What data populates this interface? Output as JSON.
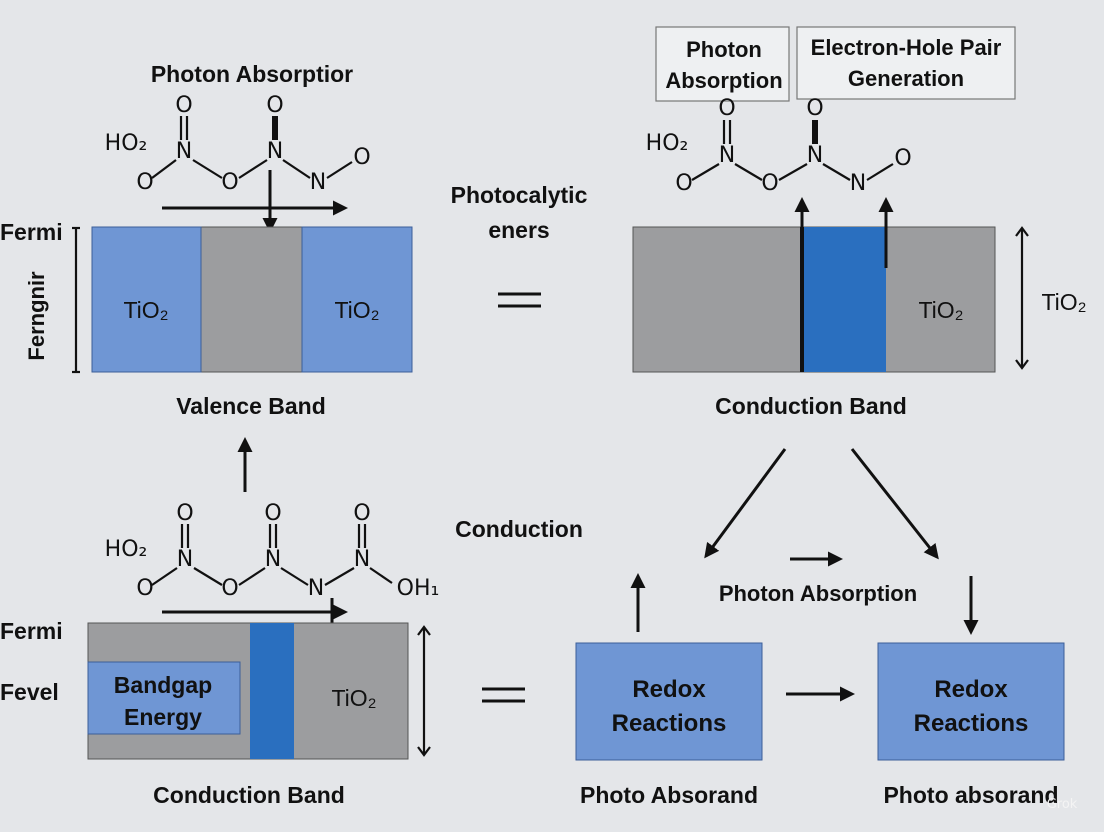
{
  "top_left": {
    "title": "Photon Absorptior",
    "fermi": "Fermi",
    "side_label": "Ferngnir",
    "box_left_label": "TiO₂",
    "box_right_label": "TiO₂",
    "band_label": "Valence Band"
  },
  "center_top": {
    "line1": "Photocalytic",
    "line2": "eners"
  },
  "top_right": {
    "box1_line1": "Photon",
    "box1_line2": "Absorption",
    "box2_line1": "Electron-Hole Pair",
    "box2_line2": "Generation",
    "inner_label": "TiO₂",
    "outer_label": "TiO₂",
    "band_label": "Conduction Band"
  },
  "center_mid": {
    "label": "Conduction"
  },
  "bottom_left": {
    "fermi": "Fermi",
    "fevel": "Fevel",
    "bandgap_line1": "Bandgap",
    "bandgap_line2": "Energy",
    "box_label": "TiO₂",
    "band_label": "Conduction Band"
  },
  "bottom_right": {
    "photon_label": "Photon Absorption",
    "redox1_line1": "Redox",
    "redox1_line2": "Reactions",
    "redox2_line1": "Redox",
    "redox2_line2": "Reactions",
    "caption1": "Photo Absorand",
    "caption2": "Photo absorand"
  },
  "molecules": {
    "m1": [
      "O",
      "O",
      "HO₂",
      "N",
      "N",
      "O",
      "O",
      "N",
      "O"
    ],
    "m2": [
      "O",
      "O",
      "HO₂",
      "N",
      "N",
      "O",
      "O",
      "N",
      "O"
    ],
    "m3": [
      "O",
      "O",
      "O",
      "HO₂",
      "N",
      "N",
      "N",
      "O",
      "O",
      "N",
      "OH₁"
    ]
  },
  "watermark": "Grok",
  "colors": {
    "background": "#e4e6e9",
    "blue_light": "#6f96d4",
    "blue_dark": "#2a6fbf",
    "gray_band": "#9c9d9f",
    "ink": "#111111"
  }
}
